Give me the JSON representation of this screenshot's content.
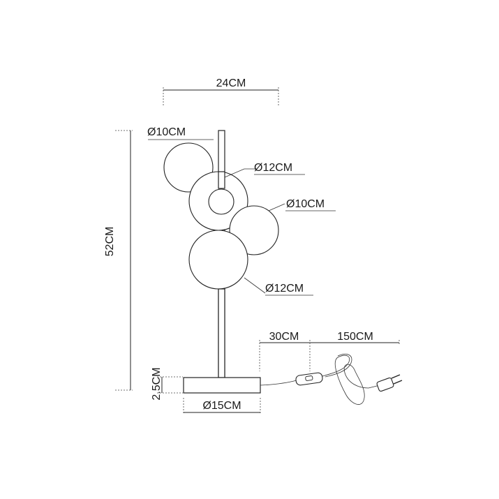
{
  "dimensions": {
    "width_top": "24CM",
    "height_total": "52CM",
    "base_height": "2.5CM",
    "base_diameter": "Ø15CM",
    "cord_to_switch": "30CM",
    "cord_after_switch": "150CM"
  },
  "globes": {
    "globe_top_left": "Ø10CM",
    "globe_middle": "Ø12CM",
    "globe_right": "Ø10CM",
    "globe_bottom": "Ø12CM"
  }
}
